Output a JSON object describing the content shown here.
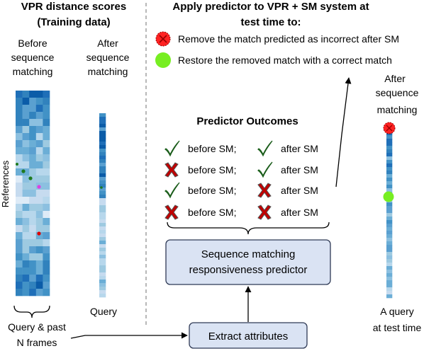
{
  "left_panel": {
    "title_line1": "VPR distance scores",
    "title_line2": "(Training data)",
    "before_label": [
      "Before",
      "sequence",
      "matching"
    ],
    "after_label": [
      "After",
      "sequence",
      "matching"
    ],
    "references_label": "References",
    "query_label": "Query",
    "query_past_label": [
      "Query & past",
      "N frames"
    ]
  },
  "right_panel": {
    "title_line1": "Apply predictor to VPR + SM system at",
    "title_line2": "test time to:",
    "legend": [
      {
        "marker": "red-x-circle-icon",
        "text": "Remove the match predicted as incorrect after SM"
      },
      {
        "marker": "green-circle-icon",
        "text": "Restore the removed match with a correct match"
      }
    ],
    "after_label": [
      "After",
      "sequence",
      "matching"
    ],
    "test_query_label": [
      "A query",
      "at test time"
    ]
  },
  "predictor": {
    "title": "Predictor Outcomes",
    "rows": [
      {
        "before_icon": "check",
        "before_text": "before SM;",
        "after_icon": "check",
        "after_text": "after SM"
      },
      {
        "before_icon": "cross",
        "before_text": "before SM;",
        "after_icon": "check",
        "after_text": "after SM"
      },
      {
        "before_icon": "check",
        "before_text": "before SM;",
        "after_icon": "cross",
        "after_text": "after SM"
      },
      {
        "before_icon": "cross",
        "before_text": "before SM;",
        "after_icon": "cross",
        "after_text": "after SM"
      }
    ],
    "box_label": [
      "Sequence matching",
      "responsiveness predictor"
    ],
    "extract_label": "Extract attributes"
  },
  "colors": {
    "box_fill": "#dae3f3",
    "box_stroke": "#2f3a56",
    "check": "#2e8b2e",
    "cross": "#c00000",
    "green_marker": "#77ee22",
    "red_marker": "#ff2222"
  }
}
